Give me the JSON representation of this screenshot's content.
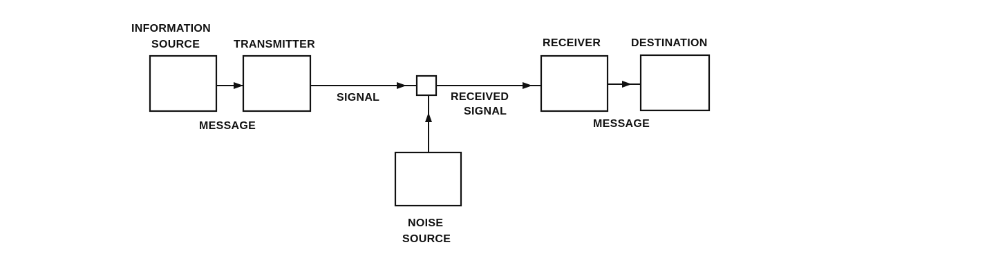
{
  "diagram": {
    "labels": {
      "information_source_line1": "INFORMATION",
      "information_source_line2": "SOURCE",
      "transmitter": "TRANSMITTER",
      "message_left": "MESSAGE",
      "signal": "SIGNAL",
      "received_signal_line1": "RECEIVED",
      "received_signal_line2": "SIGNAL",
      "receiver": "RECEIVER",
      "destination": "DESTINATION",
      "message_right": "MESSAGE",
      "noise_source_line1": "NOISE",
      "noise_source_line2": "SOURCE"
    },
    "colors": {
      "ink": "#111111",
      "background": "#ffffff"
    }
  }
}
